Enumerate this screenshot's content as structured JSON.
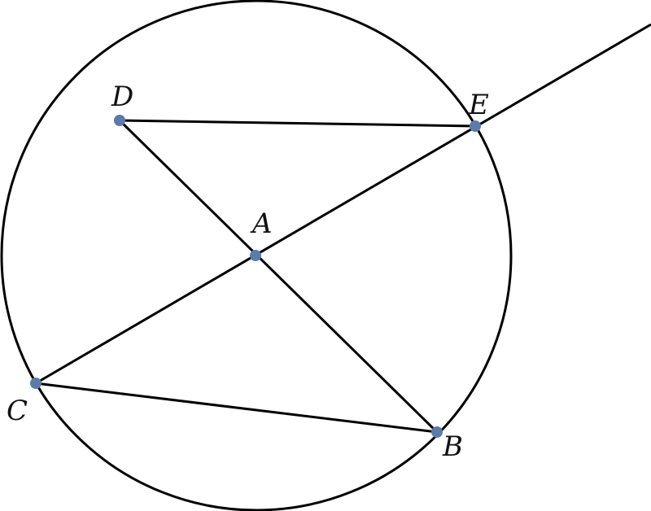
{
  "diagram": {
    "type": "geometry-circle",
    "points": [
      {
        "id": "A",
        "label": "A"
      },
      {
        "id": "B",
        "label": "B"
      },
      {
        "id": "C",
        "label": "C"
      },
      {
        "id": "D",
        "label": "D"
      },
      {
        "id": "E",
        "label": "E"
      }
    ],
    "segments": [
      [
        "D",
        "E"
      ],
      [
        "D",
        "B"
      ],
      [
        "C",
        "B"
      ],
      [
        "C",
        "E"
      ]
    ],
    "rays": [
      [
        "C",
        "E"
      ]
    ],
    "circle_center": "A",
    "colors": {
      "stroke": "#000000",
      "point": "#5b7bab"
    }
  }
}
